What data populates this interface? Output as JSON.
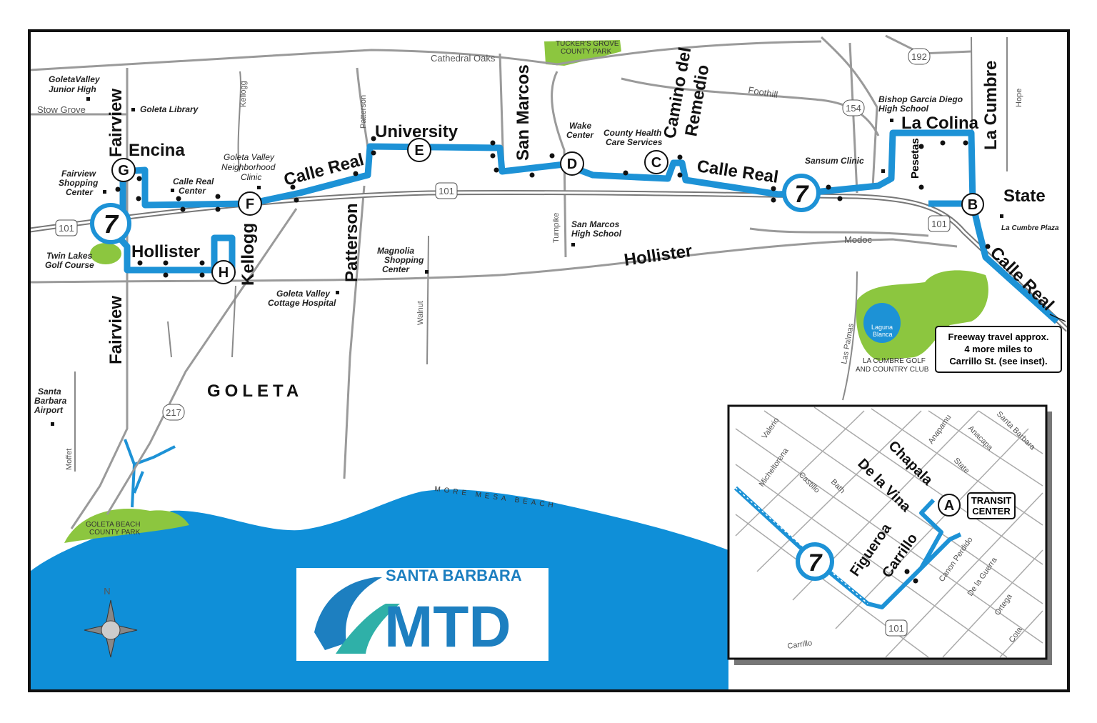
{
  "route_number": "7",
  "colors": {
    "route": "#1d92d6",
    "ocean": "#0f8fd8",
    "park": "#8cc63f",
    "road": "#9a9a9a"
  },
  "stops": {
    "A": "A",
    "B": "B",
    "C": "C",
    "D": "D",
    "E": "E",
    "F": "F",
    "G": "G",
    "H": "H"
  },
  "highways": {
    "h101": "101",
    "h154": "154",
    "h192": "192",
    "h217": "217"
  },
  "major_streets": {
    "encina": "Encina",
    "fairview": "Fairview",
    "calle_real": "Calle Real",
    "university": "University",
    "san_marcos": "San Marcos",
    "camino_del": "Camino del",
    "remedio": "Remedio",
    "la_colina": "La Colina",
    "la_cumbre": "La Cumbre",
    "state": "State",
    "pesetas": "Pesetas",
    "hollister": "Hollister",
    "kellogg": "Kellogg",
    "patterson": "Patterson"
  },
  "minor_streets": {
    "cathedral_oaks": "Cathedral Oaks",
    "stow_grove": "Stow Grove",
    "kellogg": "Kellogg",
    "patterson": "Patterson",
    "foothill": "Foothill",
    "hope": "Hope",
    "turnpike": "Turnpike",
    "walnut": "Walnut",
    "modoc": "Modoc",
    "las_palmas": "Las Palmas",
    "moffet": "Moffet"
  },
  "places": {
    "gvjh": [
      "GoletaValley",
      "Junior High"
    ],
    "library": "Goleta Library",
    "fairview_sc": [
      "Fairview",
      "Shopping",
      "Center"
    ],
    "calle_real_center": [
      "Calle Real",
      "Center"
    ],
    "gvnc": [
      "Goleta Valley",
      "Neighborhood",
      "Clinic"
    ],
    "wake": [
      "Wake",
      "Center"
    ],
    "county_health": [
      "County Health",
      "Care Services"
    ],
    "sansum": "Sansum Clinic",
    "bishop": [
      "Bishop Garcia Diego",
      "High School"
    ],
    "la_cumbre_plaza": "La Cumbre Plaza",
    "san_marcos_hs": [
      "San Marcos",
      "High School"
    ],
    "magnolia": [
      "Magnolia",
      "Shopping",
      "Center"
    ],
    "cottage": [
      "Goleta Valley",
      "Cottage Hospital"
    ],
    "twin_lakes": [
      "Twin Lakes",
      "Golf Course"
    ],
    "airport": [
      "Santa",
      "Barbara",
      "Airport"
    ],
    "tuckers_grove": [
      "TUCKER'S GROVE",
      "COUNTY PARK"
    ],
    "laguna_blanca": [
      "Laguna",
      "Blanca"
    ],
    "la_cumbre_golf": [
      "LA CUMBRE GOLF",
      "AND COUNTRY CLUB"
    ],
    "goleta_beach": [
      "GOLETA BEACH",
      "COUNTY PARK"
    ],
    "more_mesa": "MORE MESA BEACH",
    "goleta": "GOLETA"
  },
  "freeway_note": [
    "Freeway travel approx.",
    "4 more miles to",
    "Carrillo St. (see inset)."
  ],
  "inset": {
    "major": {
      "chapala": "Chapala",
      "de_la_vina": "De la Vina",
      "figueroa": "Figueroa",
      "carrillo": "Carrillo"
    },
    "minor": {
      "valerio": "Valerio",
      "micheltorena": "Micheltorena",
      "castillo": "Castillo",
      "bath": "Bath",
      "anapamu": "Anapamu",
      "anacapa": "Anacapa",
      "santa_barbara": "Santa Barbara",
      "state": "State",
      "canon_perdido": "Canon Perdido",
      "de_la_guerra": "De la Guerra",
      "ortega": "Ortega",
      "cota": "Cota",
      "carrillo": "Carrillo"
    },
    "transit_center": [
      "TRANSIT",
      "CENTER"
    ]
  },
  "logo": {
    "line1": "SANTA BARBARA",
    "line2": "MTD"
  },
  "compass": "N"
}
